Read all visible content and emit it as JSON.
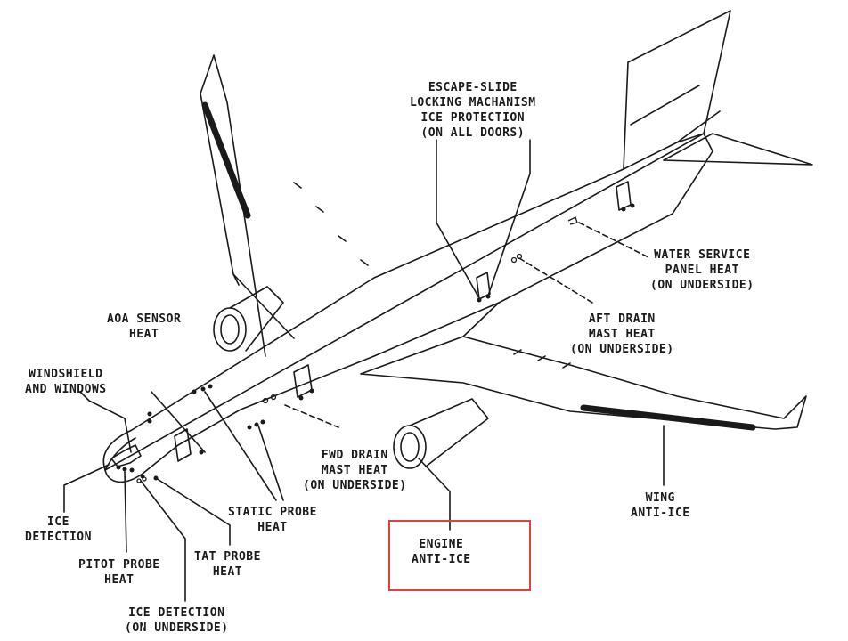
{
  "diagram": {
    "highlight_color": "#e04040",
    "line_color": "#1a1a1a",
    "labels": {
      "escape_slide": [
        "ESCAPE-SLIDE",
        "LOCKING MACHANISM",
        "ICE PROTECTION",
        "(ON ALL DOORS)"
      ],
      "water_service": [
        "WATER SERVICE",
        "PANEL HEAT",
        "(ON UNDERSIDE)"
      ],
      "aft_drain": [
        "AFT DRAIN",
        "MAST HEAT",
        "(ON UNDERSIDE)"
      ],
      "aoa_sensor": [
        "AOA SENSOR",
        "HEAT"
      ],
      "windshield": [
        "WINDSHIELD",
        "AND WINDOWS"
      ],
      "fwd_drain": [
        "FWD DRAIN",
        "MAST HEAT",
        "(ON UNDERSIDE)"
      ],
      "static_probe": [
        "STATIC PROBE",
        "HEAT"
      ],
      "wing_anti_ice": [
        "WING",
        "ANTI-ICE"
      ],
      "ice_detection": [
        "ICE",
        "DETECTION"
      ],
      "pitot_probe": [
        "PITOT PROBE",
        "HEAT"
      ],
      "tat_probe": [
        "TAT PROBE",
        "HEAT"
      ],
      "ice_detection_underside": [
        "ICE DETECTION",
        "(ON UNDERSIDE)"
      ],
      "engine_anti_ice": [
        "ENGINE",
        "ANTI-ICE"
      ]
    }
  }
}
